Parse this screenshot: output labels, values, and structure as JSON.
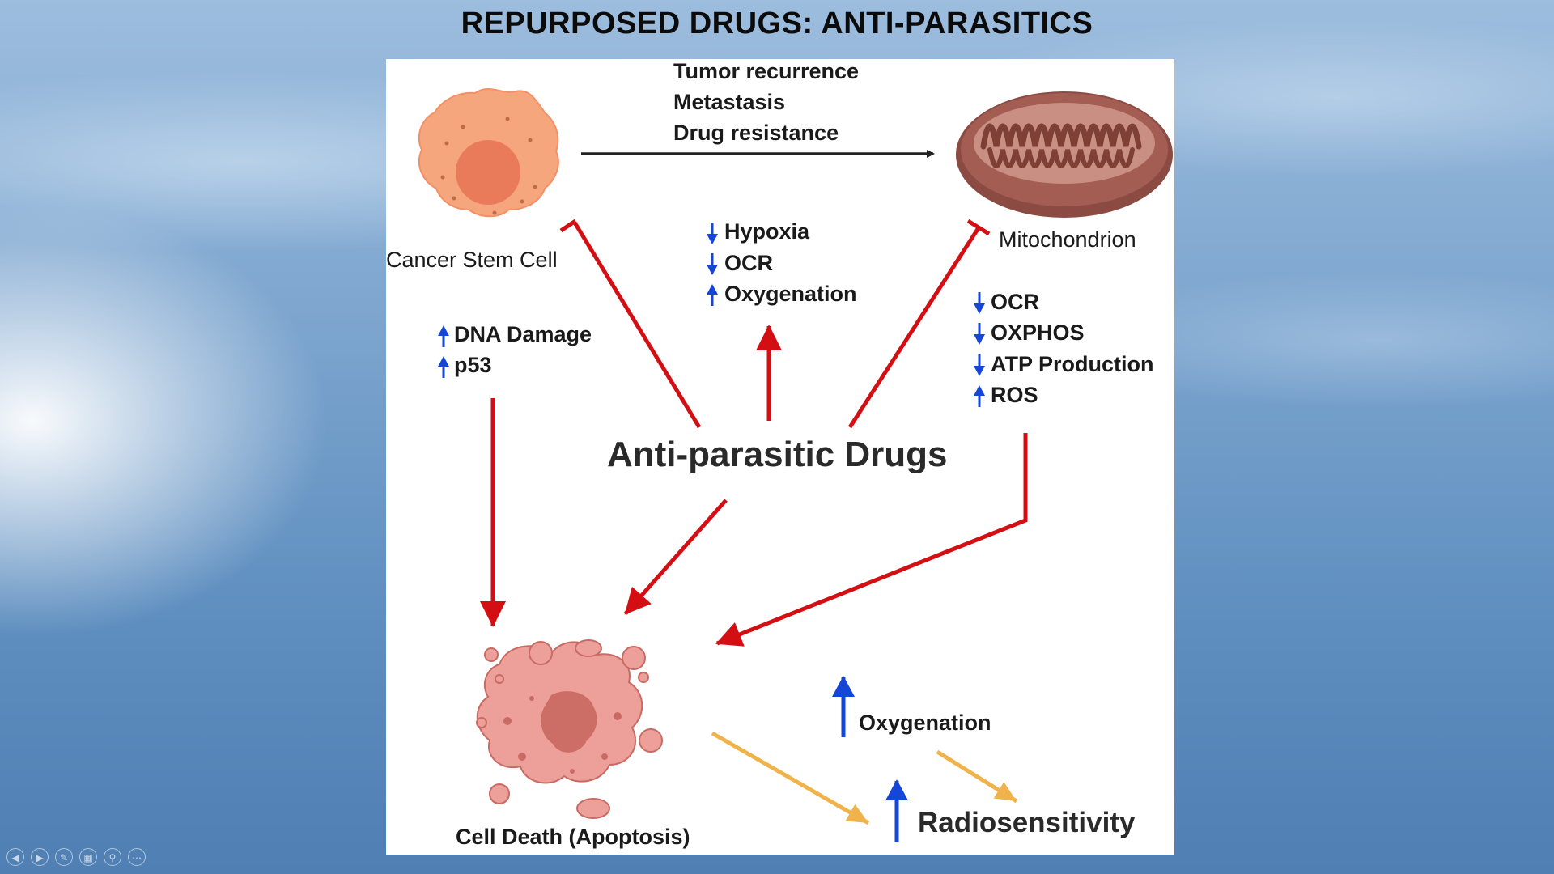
{
  "slide": {
    "title": "REPURPOSED DRUGS: ANTI-PARASITICS"
  },
  "diagram": {
    "center_label": "Anti-parasitic Drugs",
    "cancer_stem_cell": "Cancer Stem Cell",
    "mitochondrion": "Mitochondrion",
    "cell_death": "Cell Death (Apoptosis)",
    "top_effects": [
      "Tumor recurrence",
      "Metastasis",
      "Drug resistance"
    ],
    "center_effects": [
      {
        "dir": "down",
        "label": "Hypoxia"
      },
      {
        "dir": "down",
        "label": "OCR"
      },
      {
        "dir": "up",
        "label": "Oxygenation"
      }
    ],
    "left_effects": [
      {
        "dir": "up",
        "label": "DNA Damage"
      },
      {
        "dir": "up",
        "label": "p53"
      }
    ],
    "right_effects": [
      {
        "dir": "down",
        "label": "OCR"
      },
      {
        "dir": "down",
        "label": "OXPHOS"
      },
      {
        "dir": "down",
        "label": "ATP Production"
      },
      {
        "dir": "up",
        "label": "ROS"
      }
    ],
    "oxygenation": "Oxygenation",
    "radiosensitivity": "Radiosensitivity"
  },
  "colors": {
    "inhibit_arrow": "#d40f14",
    "up_down_arrow": "#1646d8",
    "result_arrow": "#f0b24a"
  },
  "controls": [
    "previous-icon",
    "next-icon",
    "pen-icon",
    "slides-icon",
    "zoom-icon",
    "more-icon"
  ]
}
